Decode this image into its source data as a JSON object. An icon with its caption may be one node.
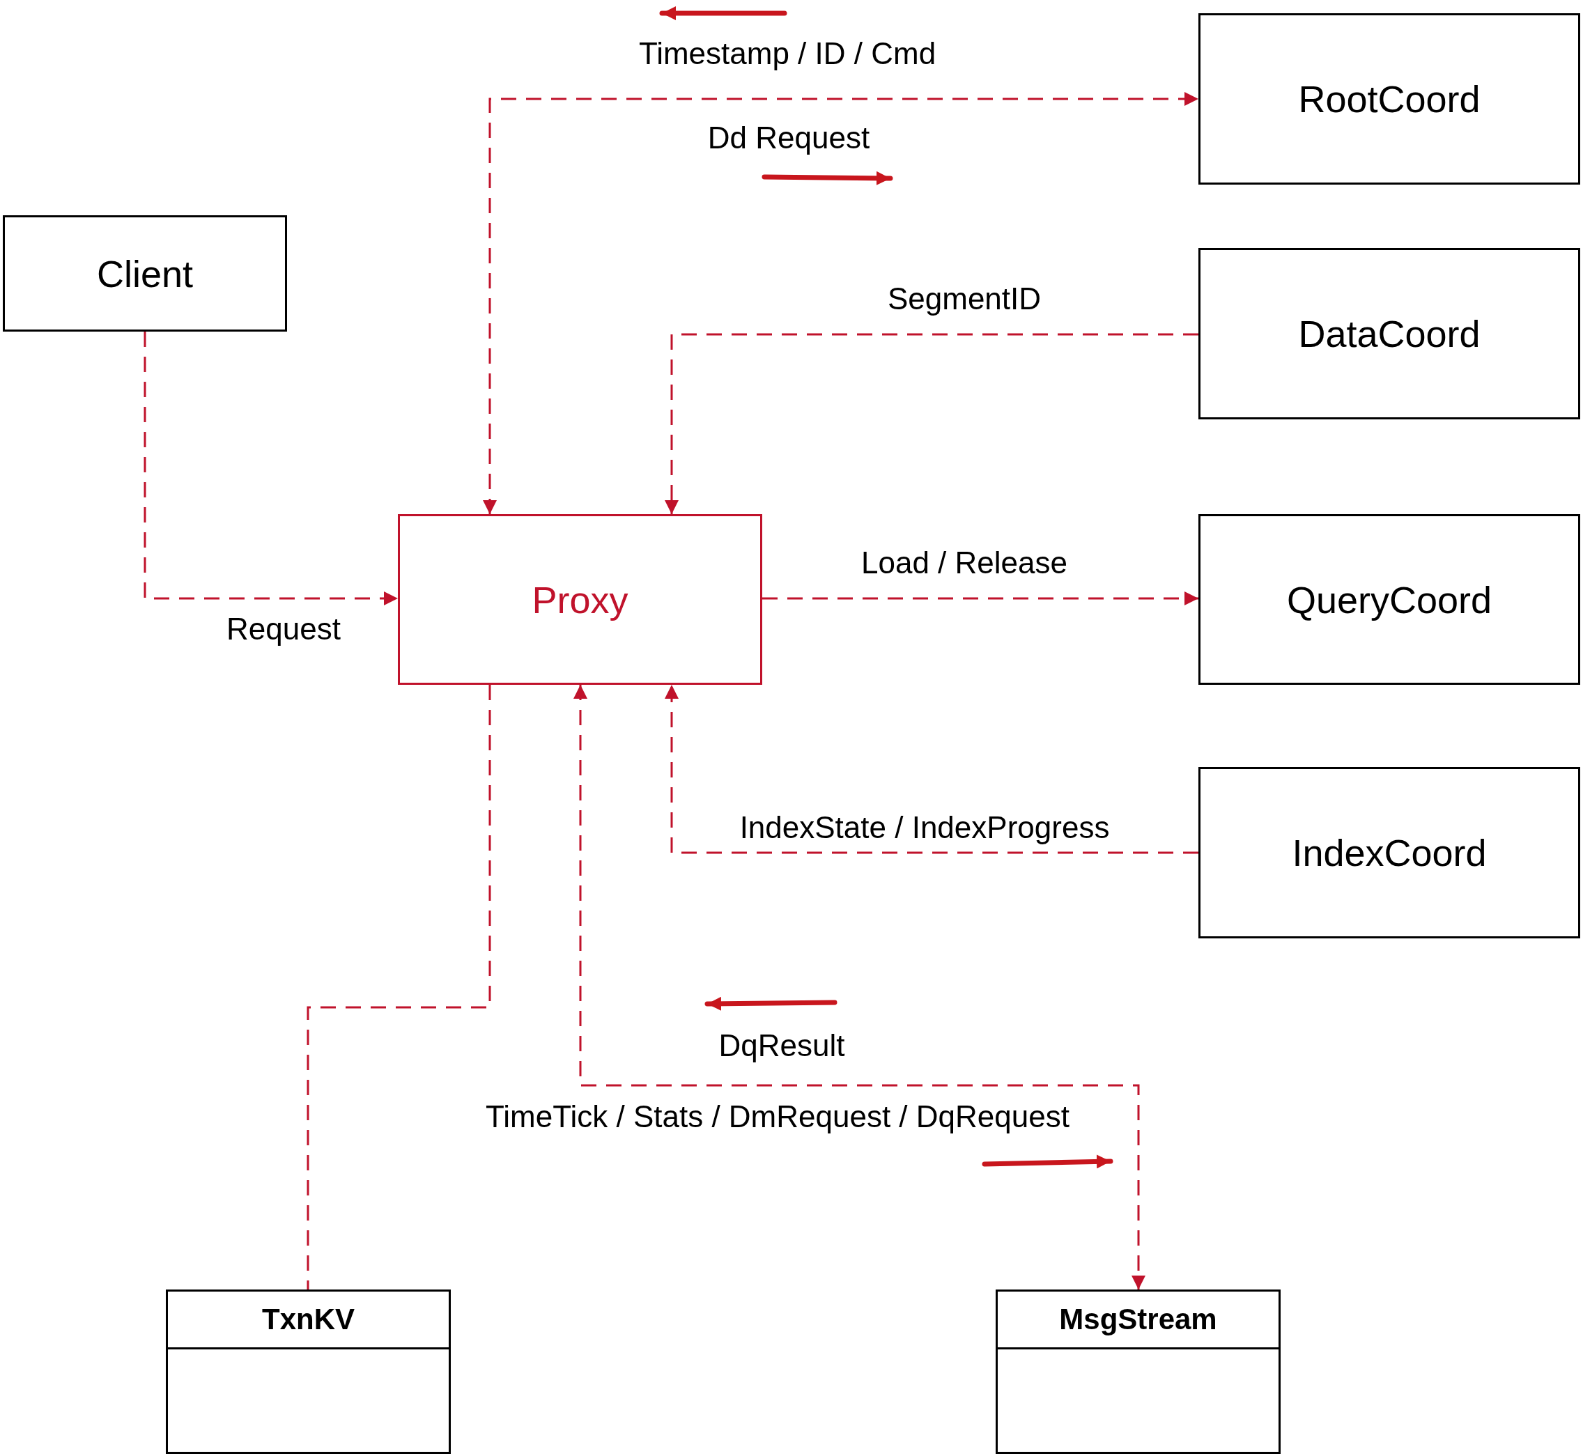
{
  "diagram": {
    "nodes": [
      {
        "text": [
          "RootCoord"
        ]
      },
      {
        "text": [
          "Client"
        ]
      },
      {
        "text": [
          "DataCoord"
        ]
      },
      {
        "text": [
          "Proxy"
        ]
      },
      {
        "text": [
          "QueryCoord"
        ]
      },
      {
        "text": [
          "IndexCoord"
        ]
      },
      {
        "text": [
          "TxnKV"
        ]
      },
      {
        "text": [
          "MsgStream"
        ]
      }
    ],
    "edges": [
      {
        "from": 1,
        "to": 3,
        "arrow": "to",
        "label": "Request",
        "style": "dashed"
      },
      {
        "from": 3,
        "to": 0,
        "arrow": "both",
        "label": "Timestamp / ID / Cmd",
        "style": "dashed"
      },
      {
        "from": 2,
        "to": 3,
        "arrow": "to",
        "label": "SegmentID",
        "style": "dashed"
      },
      {
        "from": 3,
        "to": 4,
        "arrow": "to",
        "label": "Load / Release",
        "style": "dashed"
      },
      {
        "from": 5,
        "to": 3,
        "arrow": "to",
        "label": "IndexState / IndexProgress",
        "style": "dashed"
      },
      {
        "from": 3,
        "to": 6,
        "arrow": "none",
        "style": "dashed"
      },
      {
        "from": 3,
        "to": 7,
        "arrow": "both",
        "label": "TimeTick / Stats / DmRequest / DqRequest",
        "style": "dashed"
      }
    ],
    "labels": [
      "Dd Request",
      "DqResult"
    ]
  }
}
